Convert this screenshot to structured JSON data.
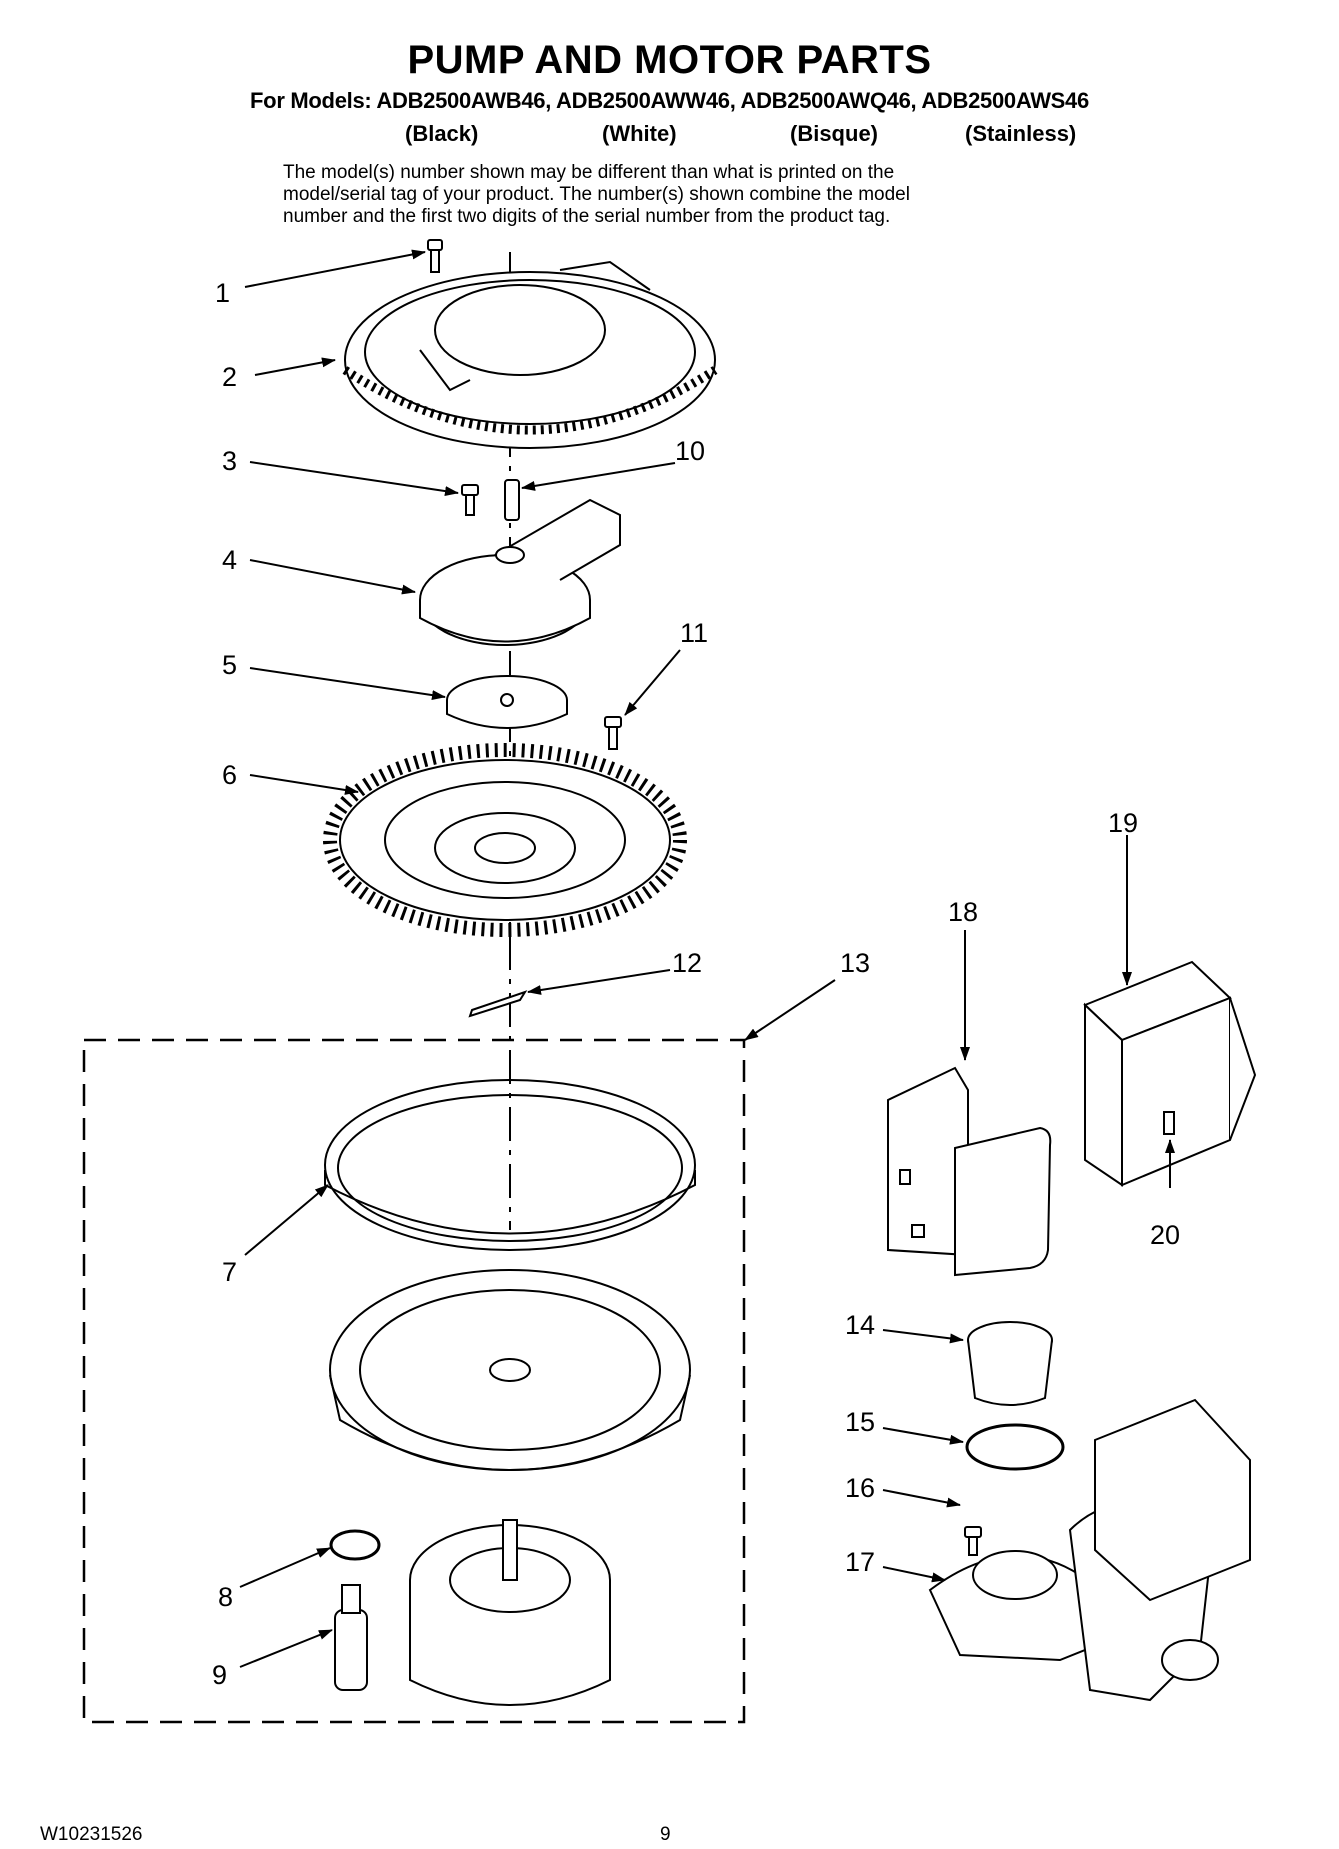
{
  "title": "PUMP AND MOTOR PARTS",
  "models_line": "For Models: ADB2500AWB46, ADB2500AWW46, ADB2500AWQ46, ADB2500AWS46",
  "colors": [
    "(Black)",
    "(White)",
    "(Bisque)",
    "(Stainless)"
  ],
  "note_lines": [
    "The model(s) number shown may be different than what is printed on the",
    "model/serial tag of your product. The number(s) shown combine the model",
    "number and the first two digits of the serial number from the product tag."
  ],
  "callouts": [
    "1",
    "2",
    "3",
    "4",
    "5",
    "6",
    "7",
    "8",
    "9",
    "10",
    "11",
    "12",
    "13",
    "14",
    "15",
    "16",
    "17",
    "18",
    "19",
    "20"
  ],
  "footer": {
    "doc_number": "W10231526",
    "page": "9"
  }
}
